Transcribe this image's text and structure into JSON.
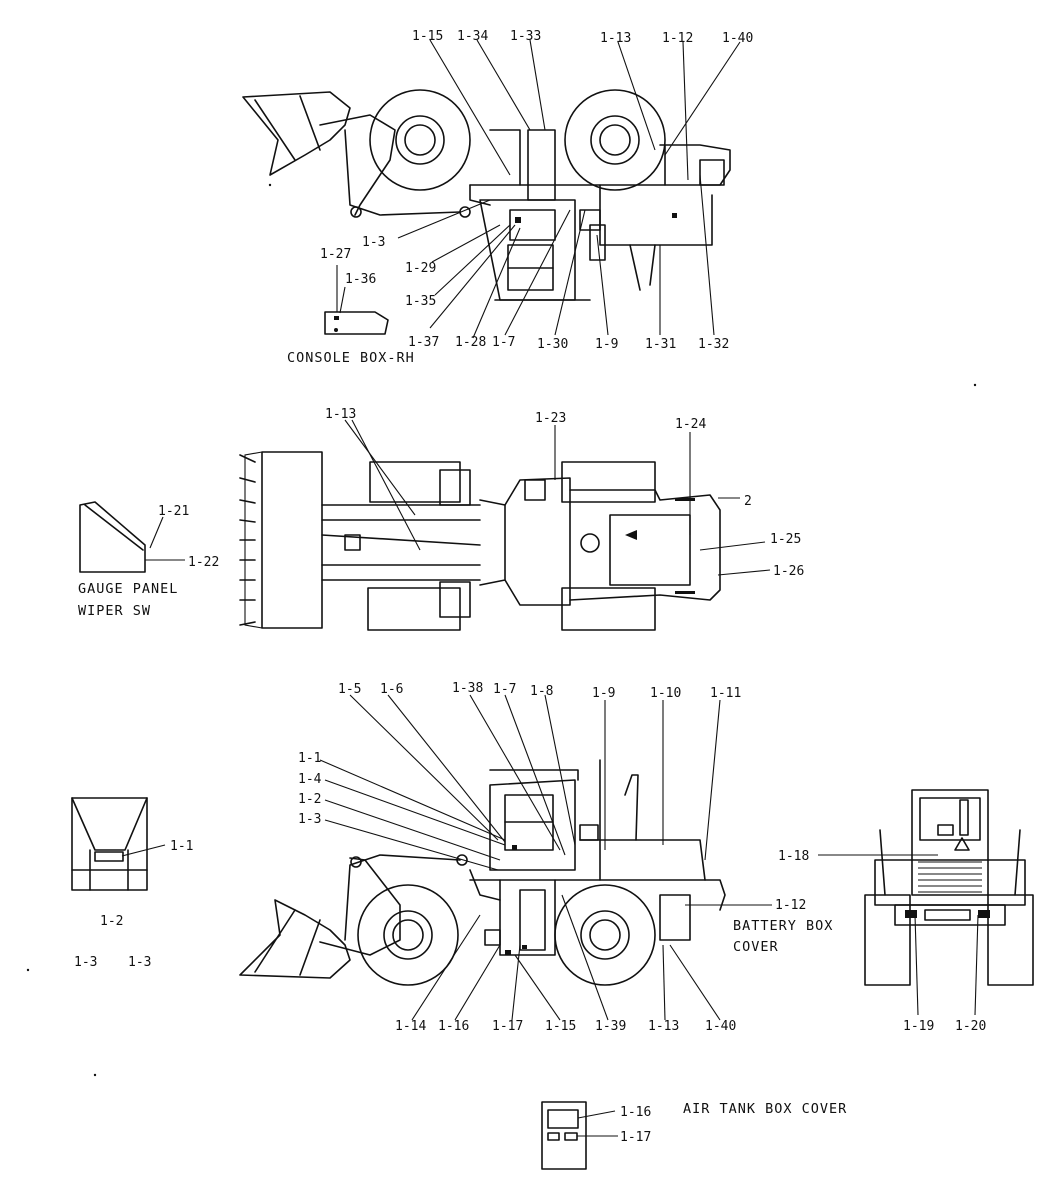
{
  "captions": {
    "console_box": "CONSOLE BOX-RH",
    "gauge_panel_1": "GAUGE PANEL",
    "gauge_panel_2": "WIPER SW",
    "battery_box_1": "BATTERY BOX",
    "battery_box_2": "COVER",
    "air_tank_box": "AIR TANK BOX COVER"
  },
  "labels": {
    "top": {
      "l_1_15": "1-15",
      "l_1_34": "1-34",
      "l_1_33": "1-33",
      "l_1_13": "1-13",
      "l_1_12": "1-12",
      "l_1_40": "1-40",
      "l_1_3": "1-3",
      "l_1_29": "1-29",
      "l_1_35": "1-35",
      "l_1_37": "1-37",
      "l_1_28": "1-28",
      "l_1_7": "1-7",
      "l_1_30": "1-30",
      "l_1_9": "1-9",
      "l_1_31": "1-31",
      "l_1_32": "1-32",
      "l_1_27": "1-27",
      "l_1_36": "1-36"
    },
    "plan": {
      "l_1_13": "1-13",
      "l_1_23": "1-23",
      "l_1_24": "1-24",
      "l_2": "2",
      "l_1_25": "1-25",
      "l_1_26": "1-26",
      "l_1_21": "1-21",
      "l_1_22": "1-22"
    },
    "side": {
      "l_1_5": "1-5",
      "l_1_6": "1-6",
      "l_1_38": "1-38",
      "l_1_7": "1-7",
      "l_1_8": "1-8",
      "l_1_9": "1-9",
      "l_1_10": "1-10",
      "l_1_11": "1-11",
      "l_1_1": "1-1",
      "l_1_4": "1-4",
      "l_1_2": "1-2",
      "l_1_3": "1-3",
      "l_1_12": "1-12",
      "l_1_14": "1-14",
      "l_1_16": "1-16",
      "l_1_17": "1-17",
      "l_1_15": "1-15",
      "l_1_39": "1-39",
      "l_1_13": "1-13",
      "l_1_40": "1-40"
    },
    "seat": {
      "l_1_1": "1-1",
      "l_1_2": "1-2",
      "l_1_3a": "1-3",
      "l_1_3b": "1-3"
    },
    "rear": {
      "l_1_18": "1-18",
      "l_1_19": "1-19",
      "l_1_20": "1-20"
    },
    "air_tank": {
      "l_1_16": "1-16",
      "l_1_17": "1-17"
    }
  }
}
